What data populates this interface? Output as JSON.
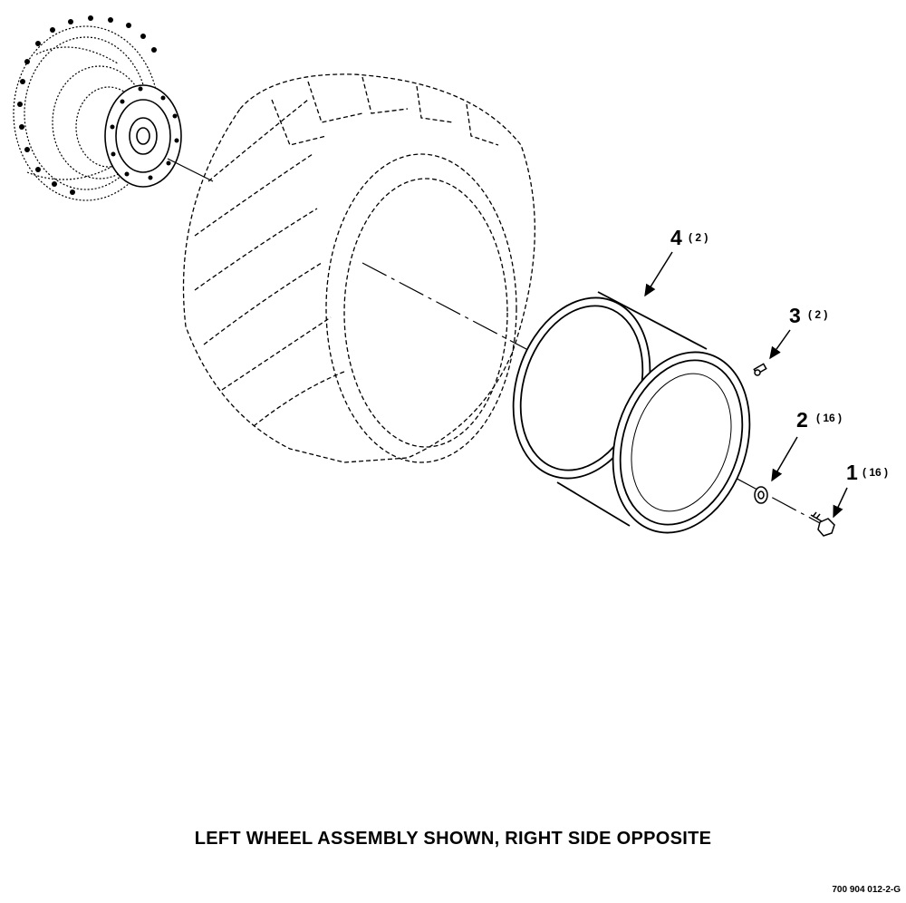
{
  "figure": {
    "caption": "LEFT WHEEL ASSEMBLY SHOWN, RIGHT SIDE OPPOSITE",
    "figure_id": "700 904 012-2-G"
  },
  "callouts": [
    {
      "number": "1",
      "qty": "( 16 )"
    },
    {
      "number": "2",
      "qty": "( 16 )"
    },
    {
      "number": "3",
      "qty": "( 2 )"
    },
    {
      "number": "4",
      "qty": "( 2 )"
    }
  ],
  "colors": {
    "ink": "#000000",
    "paper": "#ffffff"
  }
}
